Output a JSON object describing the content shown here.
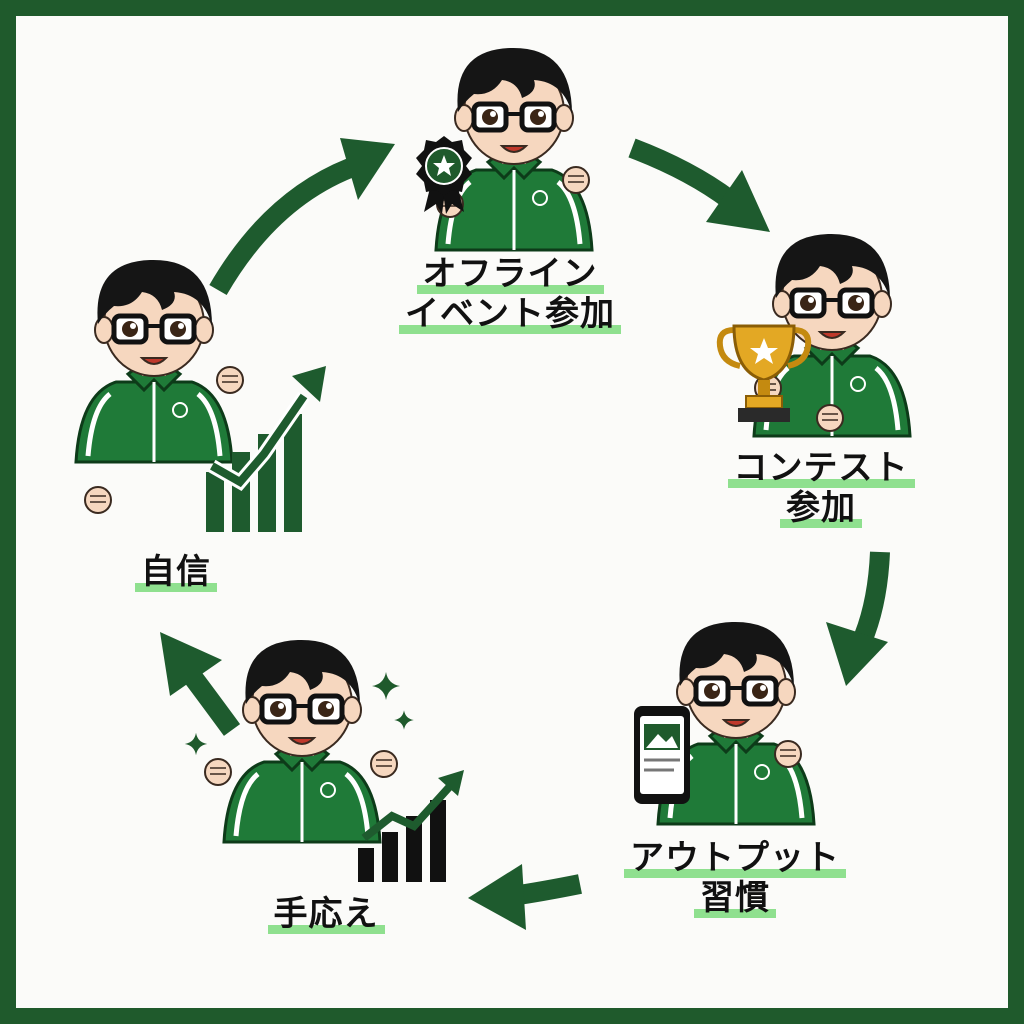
{
  "steps": [
    {
      "id": "offline",
      "lines": [
        "オフライン",
        "イベント参加"
      ]
    },
    {
      "id": "contest",
      "lines": [
        "コンテスト",
        "参加"
      ]
    },
    {
      "id": "output",
      "lines": [
        "アウトプット",
        "習慣"
      ]
    },
    {
      "id": "feedback",
      "lines": [
        "手応え"
      ]
    },
    {
      "id": "confidence",
      "lines": [
        "自信"
      ]
    }
  ],
  "colors": {
    "frame": "#1f5a2c",
    "arrow": "#1e5b2e",
    "jacket": "#1f7a38",
    "highlight": "#8fe08f",
    "hair": "#151515",
    "skin": "#f6d7bf",
    "gold": "#e3a824"
  },
  "icons": [
    "rosette-icon",
    "trophy-icon",
    "smartphone-icon",
    "growth-chart-icon",
    "sparkle-icon"
  ]
}
